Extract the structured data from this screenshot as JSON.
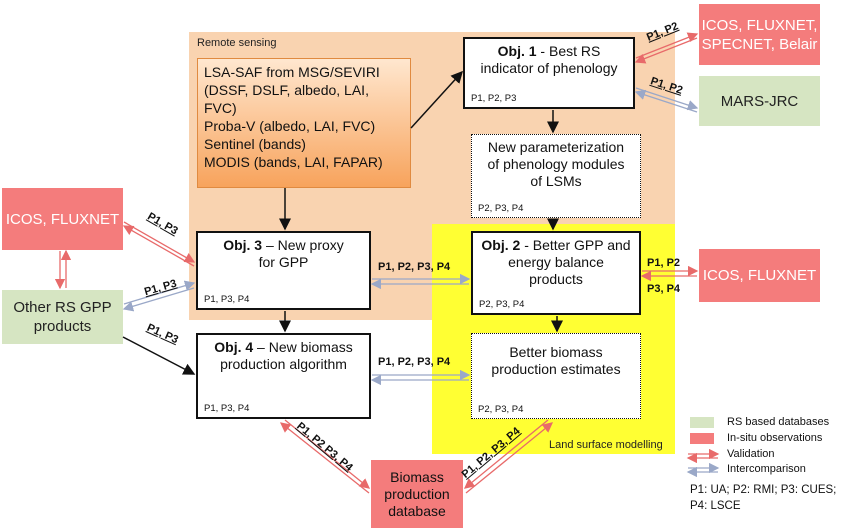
{
  "regions": {
    "remote_sensing": "Remote sensing",
    "land_surface": "Land surface modelling"
  },
  "rs_sources": [
    "LSA-SAF from MSG/SEVIRI",
    "(DSSF, DSLF, albedo, LAI,",
    "FVC)",
    "Proba-V (albedo, LAI, FVC)",
    "Sentinel (bands)",
    "MODIS (bands, LAI, FAPAR)"
  ],
  "objectives": {
    "obj1": {
      "bold": "Obj. 1",
      "rest": " - Best RS",
      "line2": "indicator of phenology",
      "partners": "P1, P2, P3"
    },
    "obj2": {
      "bold": "Obj. 2",
      "rest": " - Better GPP and",
      "line2": "energy balance",
      "line3": "products",
      "partners": "P2, P3, P4"
    },
    "obj3": {
      "bold": "Obj. 3",
      "rest": " – New proxy",
      "line2": "for GPP",
      "partners": "P1, P3, P4"
    },
    "obj4": {
      "bold": "Obj. 4",
      "rest": " – New biomass",
      "line2": "production algorithm",
      "partners": "P1, P3, P4"
    }
  },
  "intermediates": {
    "phenology": {
      "line1": "New parameterization",
      "line2": "of phenology modules",
      "line3": "of LSMs",
      "partners": "P2, P3, P4"
    },
    "biomass": {
      "line1": "Better biomass",
      "line2": "production estimates",
      "partners": "P2, P3, P4"
    }
  },
  "databases": {
    "icos_top": {
      "line1": "ICOS, FLUXNET,",
      "line2": "SPECNET, Belair"
    },
    "mars": "MARS-JRC",
    "icos_left": "ICOS, FLUXNET",
    "icos_right": "ICOS, FLUXNET",
    "other_rs": {
      "line1": "Other RS GPP",
      "line2": "products"
    },
    "biomass_db": {
      "line1": "Biomass",
      "line2": "production",
      "line3": "database"
    }
  },
  "edge_labels": {
    "top_p1p2": "P1, P2",
    "mars_p1p2": "P1, P2",
    "left_p1p3": "P1, P3",
    "other_p1p3": "P1, P3",
    "other_obj4_p1p3": "P1, P3",
    "obj3_obj2": "P1, P2, P3, P4",
    "obj4_bio": "P1, P2, P3, P4",
    "right_top": "P1, P2",
    "right_bottom": "P3, P4",
    "bio_diag_left": "P1, P2 P3, P4",
    "bio_diag_right": "P1, P2, P3, P4"
  },
  "legend": {
    "rs_db": "RS based databases",
    "insitu": "In-situ observations",
    "validation": "Validation",
    "intercomparison": "Intercomparison",
    "partners_line1": "P1: UA; P2: RMI; P3: CUES;",
    "partners_line2": "P4: LSCE"
  },
  "colors": {
    "insitu": "#f47c7c",
    "rs_db": "#d6e5c2",
    "land_surface": "#ffff33",
    "remote_sensing": "#f9d3b0"
  }
}
